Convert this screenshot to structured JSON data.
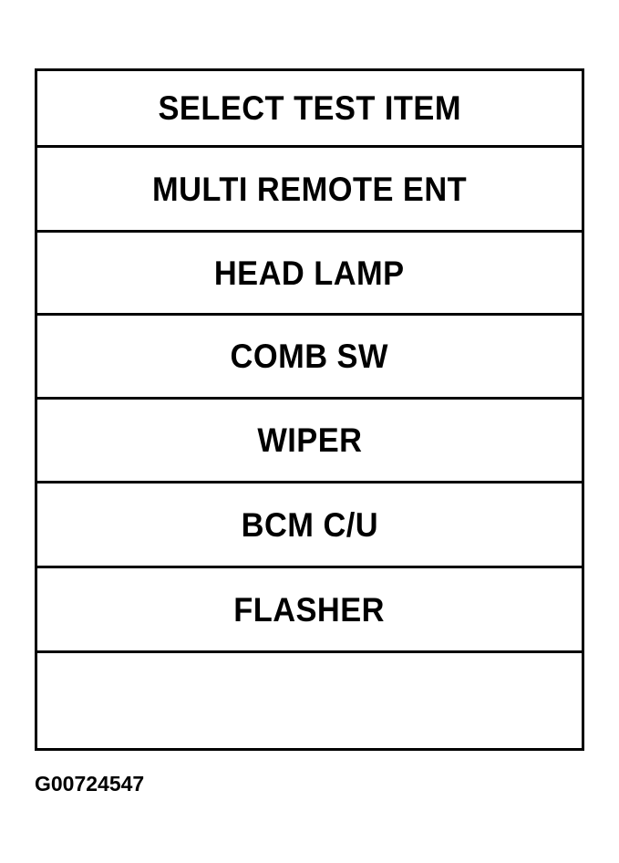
{
  "page": {
    "background_color": "#ffffff",
    "line_color": "#000000",
    "text_color": "#000000"
  },
  "menu": {
    "name": "select-test-item-menu",
    "title": "SELECT TEST ITEM",
    "rows": [
      {
        "label": "SELECT TEST ITEM",
        "is_header": true,
        "empty": false
      },
      {
        "label": "MULTI REMOTE ENT",
        "is_header": false,
        "empty": false
      },
      {
        "label": "HEAD LAMP",
        "is_header": false,
        "empty": false
      },
      {
        "label": "COMB SW",
        "is_header": false,
        "empty": false
      },
      {
        "label": "WIPER",
        "is_header": false,
        "empty": false
      },
      {
        "label": "BCM C/U",
        "is_header": false,
        "empty": false
      },
      {
        "label": "FLASHER",
        "is_header": false,
        "empty": false
      },
      {
        "label": "",
        "is_header": false,
        "empty": true
      }
    ]
  },
  "caption": {
    "text": "G00724547"
  }
}
